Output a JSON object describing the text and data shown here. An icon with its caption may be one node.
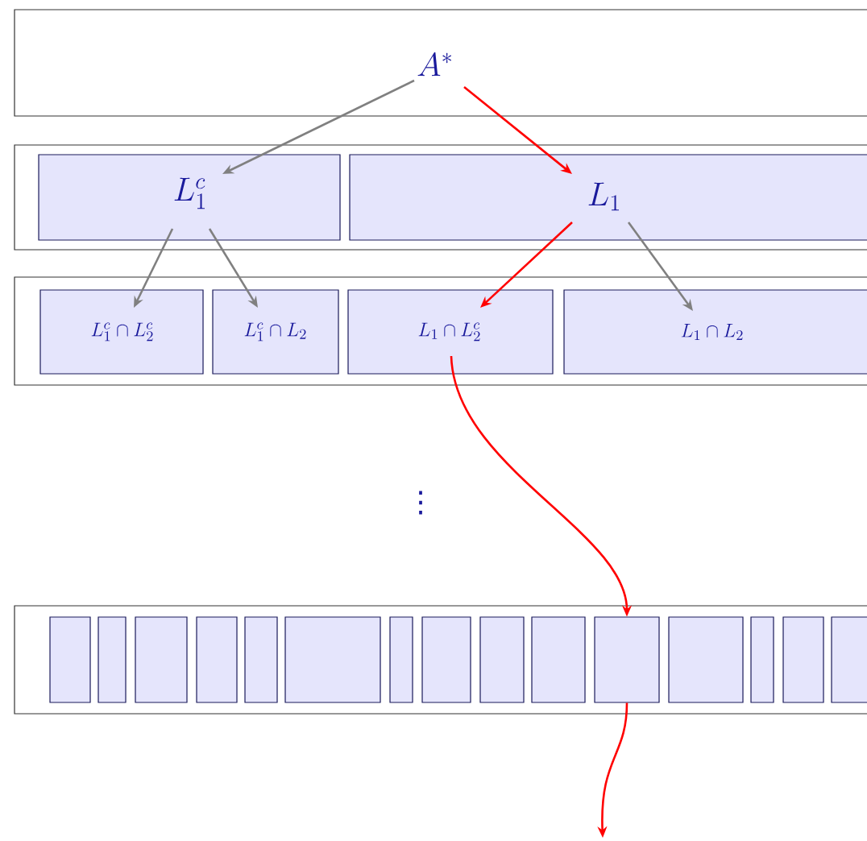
{
  "diagram": {
    "nodes": [
      {
        "text": [],
        "shape": "box"
      },
      {
        "text": [
          "A^*"
        ],
        "in": 0
      },
      {
        "text": [],
        "shape": "box"
      },
      {
        "text": [
          "L_1^c"
        ],
        "in": 2
      },
      {
        "text": [
          "L_1"
        ],
        "in": 2
      },
      {
        "text": [],
        "shape": "box"
      },
      {
        "text": [
          "L_1^c \\cap L_2^c"
        ],
        "in": 5
      },
      {
        "text": [
          "L_1^c \\cap L_2"
        ],
        "in": 5
      },
      {
        "text": [
          "L_1 \\cap L_2^c"
        ],
        "in": 5
      },
      {
        "text": [
          "L_1 \\cap L_2"
        ],
        "in": 5
      },
      {
        "text": [],
        "shape": "box"
      },
      {
        "text": [],
        "shape": "box",
        "in": 10
      },
      {
        "text": [],
        "shape": "box",
        "in": 10
      },
      {
        "text": [],
        "shape": "box",
        "in": 10
      },
      {
        "text": [],
        "shape": "box",
        "in": 10
      },
      {
        "text": [],
        "shape": "box",
        "in": 10
      },
      {
        "text": [],
        "shape": "box",
        "in": 10
      },
      {
        "text": [],
        "shape": "box",
        "in": 10
      },
      {
        "text": [],
        "shape": "box",
        "in": 10
      },
      {
        "text": [],
        "shape": "box",
        "in": 10
      },
      {
        "text": [],
        "shape": "box",
        "in": 10
      },
      {
        "text": [],
        "shape": "box",
        "in": 10
      },
      {
        "text": [],
        "shape": "box",
        "in": 10
      },
      {
        "text": [],
        "shape": "box",
        "in": 10
      },
      {
        "text": [],
        "shape": "box",
        "in": 10
      },
      {
        "text": [],
        "shape": "box",
        "in": 10
      }
    ],
    "edges": [
      {
        "from": 1,
        "to": 3,
        "arrow": "to"
      },
      {
        "from": 1,
        "to": 4,
        "arrow": "to",
        "color": "#ff0000"
      },
      {
        "from": 3,
        "to": 6,
        "arrow": "to"
      },
      {
        "from": 3,
        "to": 7,
        "arrow": "to"
      },
      {
        "from": 4,
        "to": 8,
        "arrow": "to",
        "color": "#ff0000"
      },
      {
        "from": 4,
        "to": 9,
        "arrow": "to"
      },
      {
        "from": 8,
        "to": 21,
        "arrow": "to",
        "color": "#ff0000"
      },
      {
        "from": 21,
        "to": null,
        "arrow": "to",
        "color": "#ff0000"
      }
    ],
    "labels": [
      "⋮"
    ]
  }
}
